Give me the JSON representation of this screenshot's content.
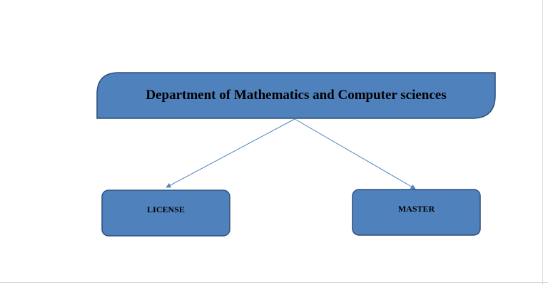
{
  "diagram": {
    "root": {
      "label": "Department of Mathematics and Computer sciences"
    },
    "children": [
      {
        "label": "LICENSE"
      },
      {
        "label": "MASTER"
      }
    ]
  },
  "colors": {
    "node_fill": "#4f81bd",
    "node_stroke": "#2e4f7a",
    "connector": "#4f81bd",
    "text": "#000000"
  }
}
